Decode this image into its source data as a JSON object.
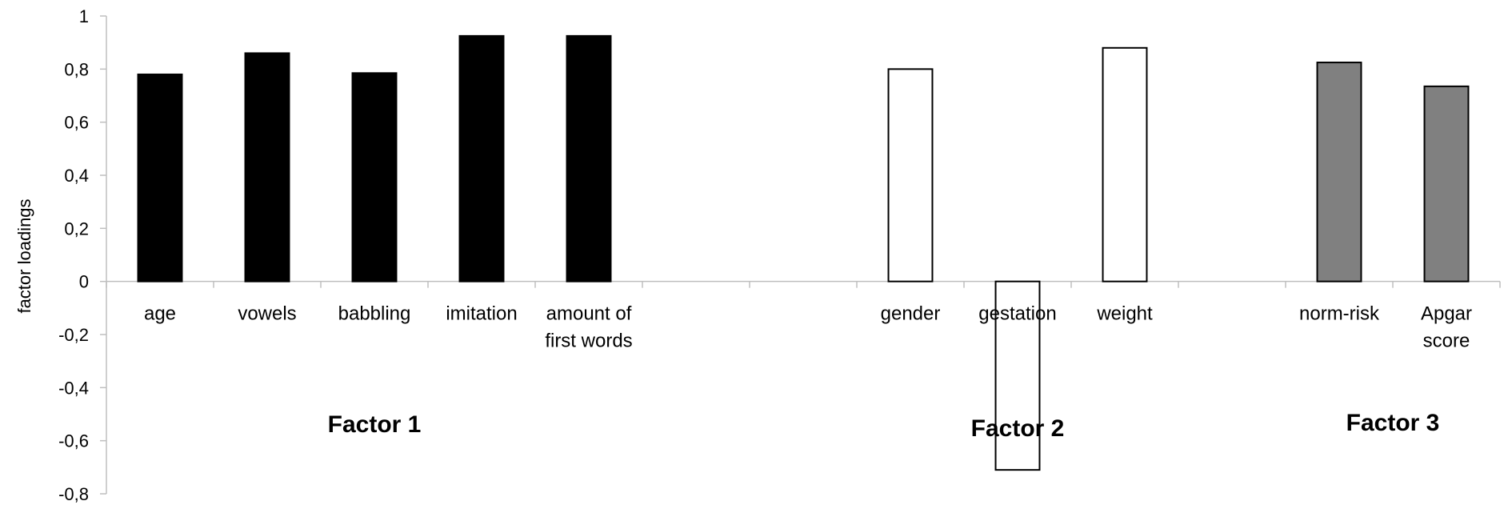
{
  "chart_data": {
    "type": "bar",
    "title": "",
    "ylabel": "factor loadings",
    "xlabel": "",
    "ylim": [
      -0.8,
      1
    ],
    "yticks": [
      "1",
      "0,8",
      "0,6",
      "0,4",
      "0,2",
      "0",
      "-0,2",
      "-0,4",
      "-0,6",
      "-0,8"
    ],
    "categories": [
      [
        "age"
      ],
      [
        "vowels"
      ],
      [
        "babbling"
      ],
      [
        "imitation"
      ],
      [
        "amount of",
        "first words"
      ],
      [],
      [],
      [
        "gender"
      ],
      [
        "gestation"
      ],
      [
        "weight"
      ],
      [],
      [
        "norm-risk"
      ],
      [
        "Apgar",
        "score"
      ]
    ],
    "values": [
      0.78,
      0.86,
      0.785,
      0.925,
      0.925,
      null,
      null,
      0.8,
      -0.71,
      0.88,
      null,
      0.825,
      0.735
    ],
    "groups": [
      0,
      0,
      0,
      0,
      0,
      null,
      null,
      1,
      1,
      1,
      null,
      2,
      2
    ],
    "group_labels": [
      "Factor  1",
      "Factor 2",
      "Factor 3"
    ],
    "group_colors": [
      "#000000",
      "#ffffff",
      "#808080"
    ],
    "grid": false,
    "legend": "none"
  }
}
